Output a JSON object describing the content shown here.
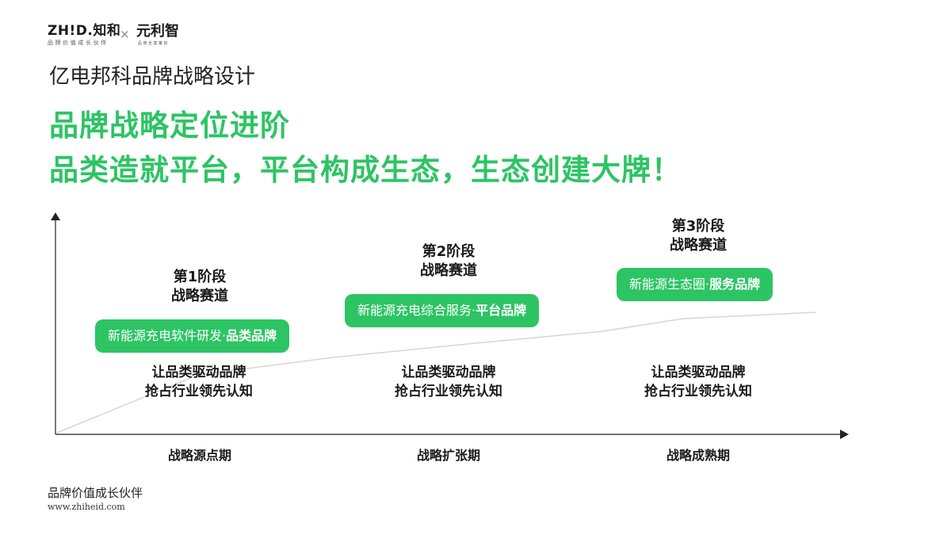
{
  "header": {
    "logo_primary": "ZH!D.知和",
    "logo_primary_tagline": "品牌价值成长伙伴",
    "separator": "×",
    "logo_secondary": "元利智",
    "logo_secondary_tagline": "品牌全案策划"
  },
  "page_title": "亿电邦科品牌战略设计",
  "headline": {
    "line1": "品牌战略定位进阶",
    "line2": "品类造就平台，平台构成生态，生态创建大牌！"
  },
  "chart_data": {
    "type": "line",
    "x": [
      "战略源点期",
      "战略扩张期",
      "战略成熟期"
    ],
    "stages": [
      {
        "title_line1": "第1阶段",
        "title_line2": "战略赛道",
        "pill_prefix": "新能源充电软件研发·",
        "pill_bold": "品类品牌",
        "desc_line1": "让品类驱动品牌",
        "desc_line2": "抢占行业领先认知"
      },
      {
        "title_line1": "第2阶段",
        "title_line2": "战略赛道",
        "pill_prefix": "新能源充电综合服务·",
        "pill_bold": "平台品牌",
        "desc_line1": "让品类驱动品牌",
        "desc_line2": "抢占行业领先认知"
      },
      {
        "title_line1": "第3阶段",
        "title_line2": "战略赛道",
        "pill_prefix": "新能源生态圈·",
        "pill_bold": "服务品牌",
        "desc_line1": "让品类驱动品牌",
        "desc_line2": "抢占行业领先认知"
      }
    ],
    "colors": {
      "accent": "#2dc464",
      "axis": "#222222",
      "trend_line": "#d6d6d6"
    },
    "grid": false
  },
  "footer": {
    "tagline": "品牌价值成长伙伴",
    "url": "www.zhiheid.com"
  }
}
